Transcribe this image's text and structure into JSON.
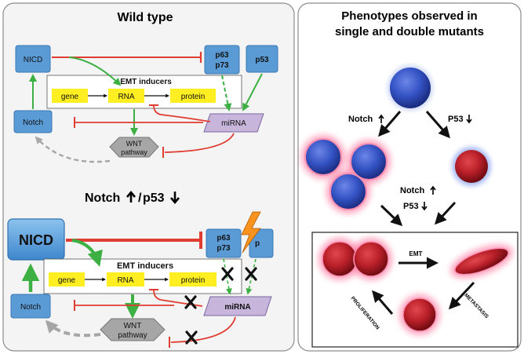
{
  "figure": {
    "left_panel": {
      "wild_type": {
        "title": "Wild type",
        "nicd": "NICD",
        "notch": "Notch",
        "p63": "p63",
        "p73": "p73",
        "p53": "p53",
        "mirna": "miRNA",
        "emt_title": "EMT inducers",
        "gene": "gene",
        "rna": "RNA",
        "protein": "protein",
        "wnt_line1": "WNT",
        "wnt_line2": "pathway"
      },
      "mutant": {
        "title_notch": "Notch",
        "title_p53": "p53",
        "nicd": "NICD",
        "notch": "Notch",
        "p63": "p63",
        "p73": "p73",
        "p53_partial": "p",
        "mirna": "miRNA",
        "emt_title": "EMT inducers",
        "gene": "gene",
        "rna": "RNA",
        "protein": "protein",
        "wnt_line1": "WNT",
        "wnt_line2": "pathway"
      }
    },
    "right_panel": {
      "title_line1": "Phenotypes observed in",
      "title_line2": "single and double mutants",
      "notch_label": "Notch",
      "p53_label": "P53",
      "notch_label_2": "Notch",
      "p53_label_2": "P53",
      "emt": "EMT",
      "proliferation": "PROLIFERATION",
      "metastasis": "METASTASIS"
    }
  },
  "colors": {
    "box_blue": "#5b9bd5",
    "inhibit_red": "#e03c31",
    "activate_green": "#3cb043",
    "mirna_purple": "#c7b5dc",
    "wnt_gray": "#a6a6a6",
    "emt_yellow": "#ffee22",
    "cell_blue": "#3453c4",
    "cell_red": "#b81f28",
    "glow_pink": "#ff5f8f"
  }
}
